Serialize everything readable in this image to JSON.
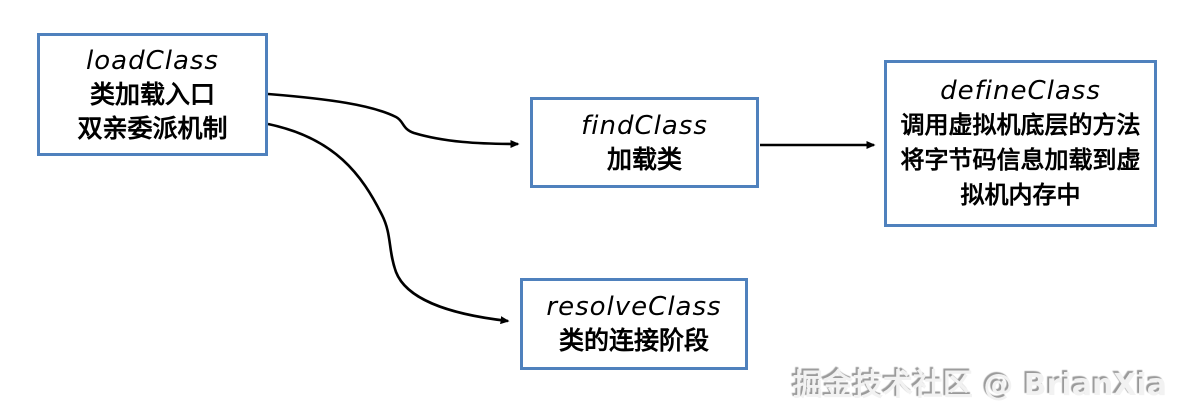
{
  "diagram": {
    "title": "classloader-method-flow",
    "colors": {
      "node_border": "#4F81BD",
      "node_fill": "#FFFFFF",
      "arrow": "#000000",
      "background": "#FFFFFF",
      "watermark": "#F2F2F2"
    },
    "nodes": [
      {
        "id": "loadClass",
        "title": "loadClass",
        "lines": [
          "类加载入口",
          "双亲委派机制"
        ]
      },
      {
        "id": "findClass",
        "title": "findClass",
        "lines": [
          "加载类"
        ]
      },
      {
        "id": "defineClass",
        "title": "defineClass",
        "lines": [
          "调用虚拟机底层的方法",
          "将字节码信息加载到虚拟机内存中"
        ]
      },
      {
        "id": "resolveClass",
        "title": "resolveClass",
        "lines": [
          "类的连接阶段"
        ]
      }
    ],
    "edges": [
      {
        "from": "loadClass",
        "to": "findClass"
      },
      {
        "from": "findClass",
        "to": "defineClass"
      },
      {
        "from": "loadClass",
        "to": "resolveClass"
      }
    ],
    "watermark": "掘金技术社区 @ BrianXia"
  }
}
